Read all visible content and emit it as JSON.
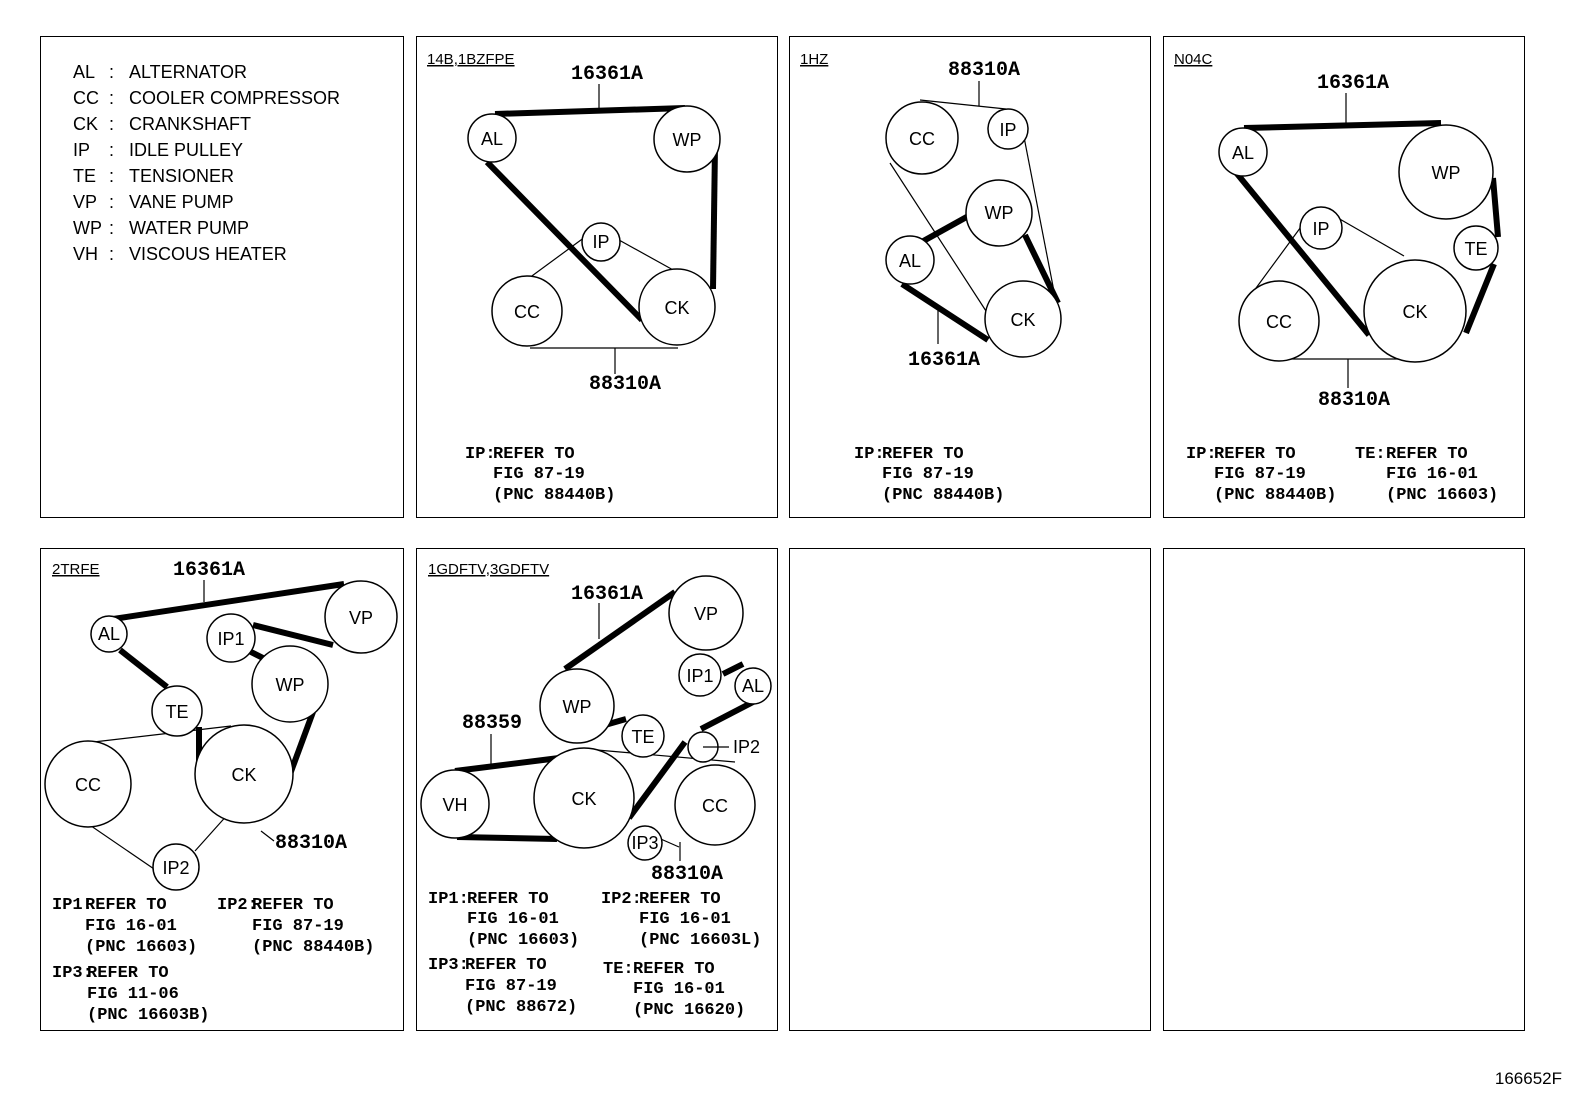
{
  "legend": [
    {
      "code": "AL",
      "name": "ALTERNATOR"
    },
    {
      "code": "CC",
      "name": "COOLER COMPRESSOR"
    },
    {
      "code": "CK",
      "name": "CRANKSHAFT"
    },
    {
      "code": "IP",
      "name": "IDLE PULLEY"
    },
    {
      "code": "TE",
      "name": "TENSIONER"
    },
    {
      "code": "VP",
      "name": "VANE PUMP"
    },
    {
      "code": "WP",
      "name": "WATER PUMP"
    },
    {
      "code": "VH",
      "name": "VISCOUS HEATER"
    }
  ],
  "legend_sep": ":",
  "panels": {
    "p1": {
      "engine": "14B,1BZFPE",
      "pulleys": {
        "al": "AL",
        "wp": "WP",
        "ip": "IP",
        "cc": "CC",
        "ck": "CK"
      },
      "parts": {
        "belt1": "16361A",
        "belt2": "88310A"
      },
      "notes": [
        {
          "tag": "IP:",
          "l1": "REFER TO",
          "l2": "FIG 87-19",
          "l3": "(PNC 88440B)"
        }
      ]
    },
    "p2": {
      "engine": "1HZ",
      "pulleys": {
        "cc": "CC",
        "ip": "IP",
        "wp": "WP",
        "al": "AL",
        "ck": "CK"
      },
      "parts": {
        "belt1": "88310A",
        "belt2": "16361A"
      },
      "notes": [
        {
          "tag": "IP:",
          "l1": "REFER TO",
          "l2": "FIG 87-19",
          "l3": "(PNC 88440B)"
        }
      ]
    },
    "p3": {
      "engine": "N04C",
      "pulleys": {
        "al": "AL",
        "wp": "WP",
        "ip": "IP",
        "te": "TE",
        "cc": "CC",
        "ck": "CK"
      },
      "parts": {
        "belt1": "16361A",
        "belt2": "88310A"
      },
      "notes": [
        {
          "tag": "IP:",
          "l1": "REFER TO",
          "l2": "FIG 87-19",
          "l3": "(PNC 88440B)"
        },
        {
          "tag": "TE:",
          "l1": "REFER TO",
          "l2": "FIG 16-01",
          "l3": "(PNC 16603)"
        }
      ]
    },
    "p4": {
      "engine": "2TRFE",
      "pulleys": {
        "al": "AL",
        "ip1": "IP1",
        "vp": "VP",
        "wp": "WP",
        "te": "TE",
        "cc": "CC",
        "ck": "CK",
        "ip2": "IP2"
      },
      "parts": {
        "belt1": "16361A",
        "belt2": "88310A"
      },
      "notes": [
        {
          "tag": "IP1:",
          "l1": "REFER TO",
          "l2": "FIG 16-01",
          "l3": "(PNC 16603)"
        },
        {
          "tag": "IP2:",
          "l1": "REFER TO",
          "l2": "FIG 87-19",
          "l3": "(PNC 88440B)"
        },
        {
          "tag": "IP3:",
          "l1": "REFER TO",
          "l2": "FIG 11-06",
          "l3": "(PNC 16603B)"
        }
      ]
    },
    "p5": {
      "engine": "1GDFTV,3GDFTV",
      "pulleys": {
        "vp": "VP",
        "ip1": "IP1",
        "al": "AL",
        "wp": "WP",
        "te": "TE",
        "ip2": "IP2",
        "vh": "VH",
        "ck": "CK",
        "cc": "CC",
        "ip3": "IP3"
      },
      "parts": {
        "belt1": "16361A",
        "belt2": "88359",
        "belt3": "88310A"
      },
      "notes": [
        {
          "tag": "IP1:",
          "l1": "REFER TO",
          "l2": "FIG 16-01",
          "l3": "(PNC 16603)"
        },
        {
          "tag": "IP2:",
          "l1": "REFER TO",
          "l2": "FIG 16-01",
          "l3": "(PNC 16603L)"
        },
        {
          "tag": "IP3:",
          "l1": "REFER TO",
          "l2": "FIG 87-19",
          "l3": "(PNC 88672)"
        },
        {
          "tag": "TE:",
          "l1": "REFER TO",
          "l2": "FIG 16-01",
          "l3": "(PNC 16620)"
        }
      ]
    }
  },
  "figure_id": "166652F"
}
